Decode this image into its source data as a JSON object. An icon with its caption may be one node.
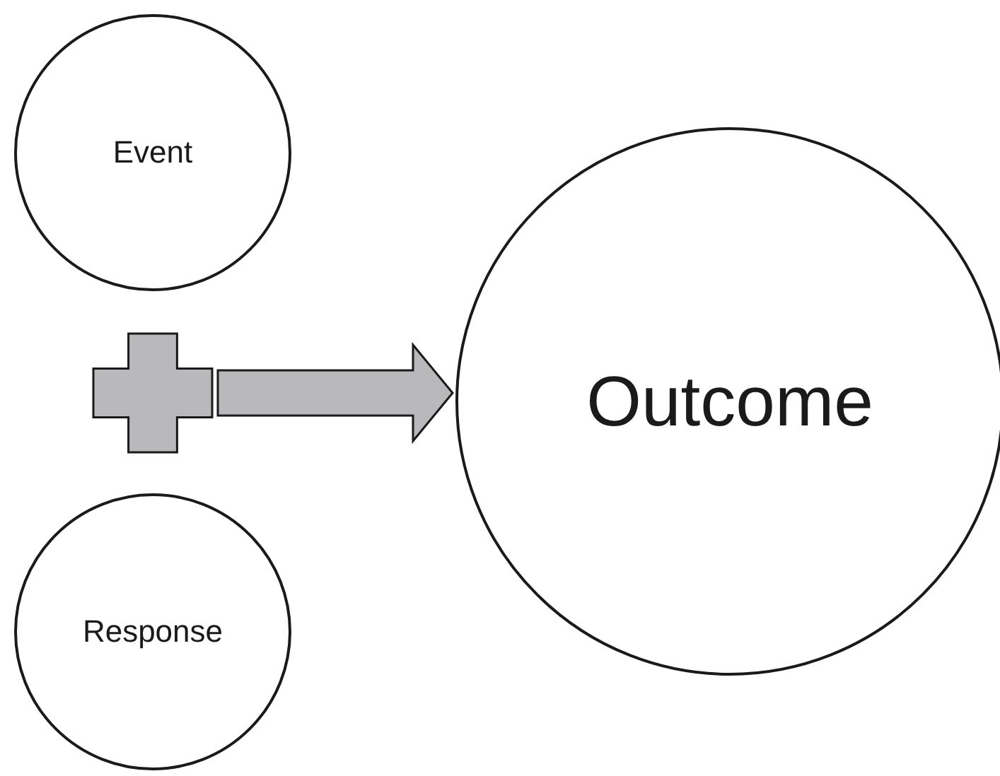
{
  "diagram": {
    "nodes": [
      {
        "text": [
          "Event"
        ]
      },
      {
        "text": [],
        "shape": "cross"
      },
      {
        "text": [
          "Response"
        ]
      },
      {
        "text": [
          "Outcome"
        ]
      }
    ],
    "edges": [
      {
        "from": 1,
        "to": 3,
        "arrow": "to"
      }
    ]
  }
}
